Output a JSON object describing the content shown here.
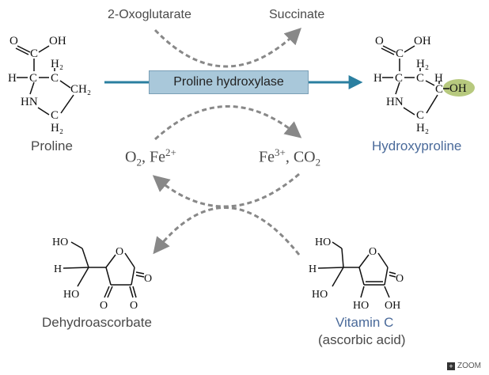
{
  "cofactors": {
    "oxoglutarate": "2-Oxoglutarate",
    "succinate": "Succinate"
  },
  "enzyme": "Proline hydroxylase",
  "reactants": {
    "proline": "Proline",
    "hydroxyproline": "Hydroxyproline"
  },
  "ions": {
    "left_o": "O",
    "left_o_sub": "2",
    "left_fe": ", Fe",
    "left_fe_sup": "2+",
    "right_fe": "Fe",
    "right_fe_sup": "3+",
    "right_co": ", CO",
    "right_co_sub": "2"
  },
  "vitamins": {
    "dehydro": "Dehydroascorbate",
    "vitc": "Vitamin C",
    "vitc_sub": "(ascorbic acid)"
  },
  "atoms": {
    "o": "O",
    "oh": "OH",
    "c": "C",
    "h": "H",
    "hn": "HN",
    "h2": "H₂",
    "ch2": "CH₂",
    "ho": "HO"
  },
  "colors": {
    "enzyme_box": "#a9c8da",
    "main_arrow": "#2a7fa0",
    "hydroxyl_highlight": "#b7c97e",
    "dashed_arrow": "#888888",
    "blue_label": "#4a6a9a"
  },
  "zoom_label": "ZOOM",
  "zoom_icon": "plus-icon"
}
